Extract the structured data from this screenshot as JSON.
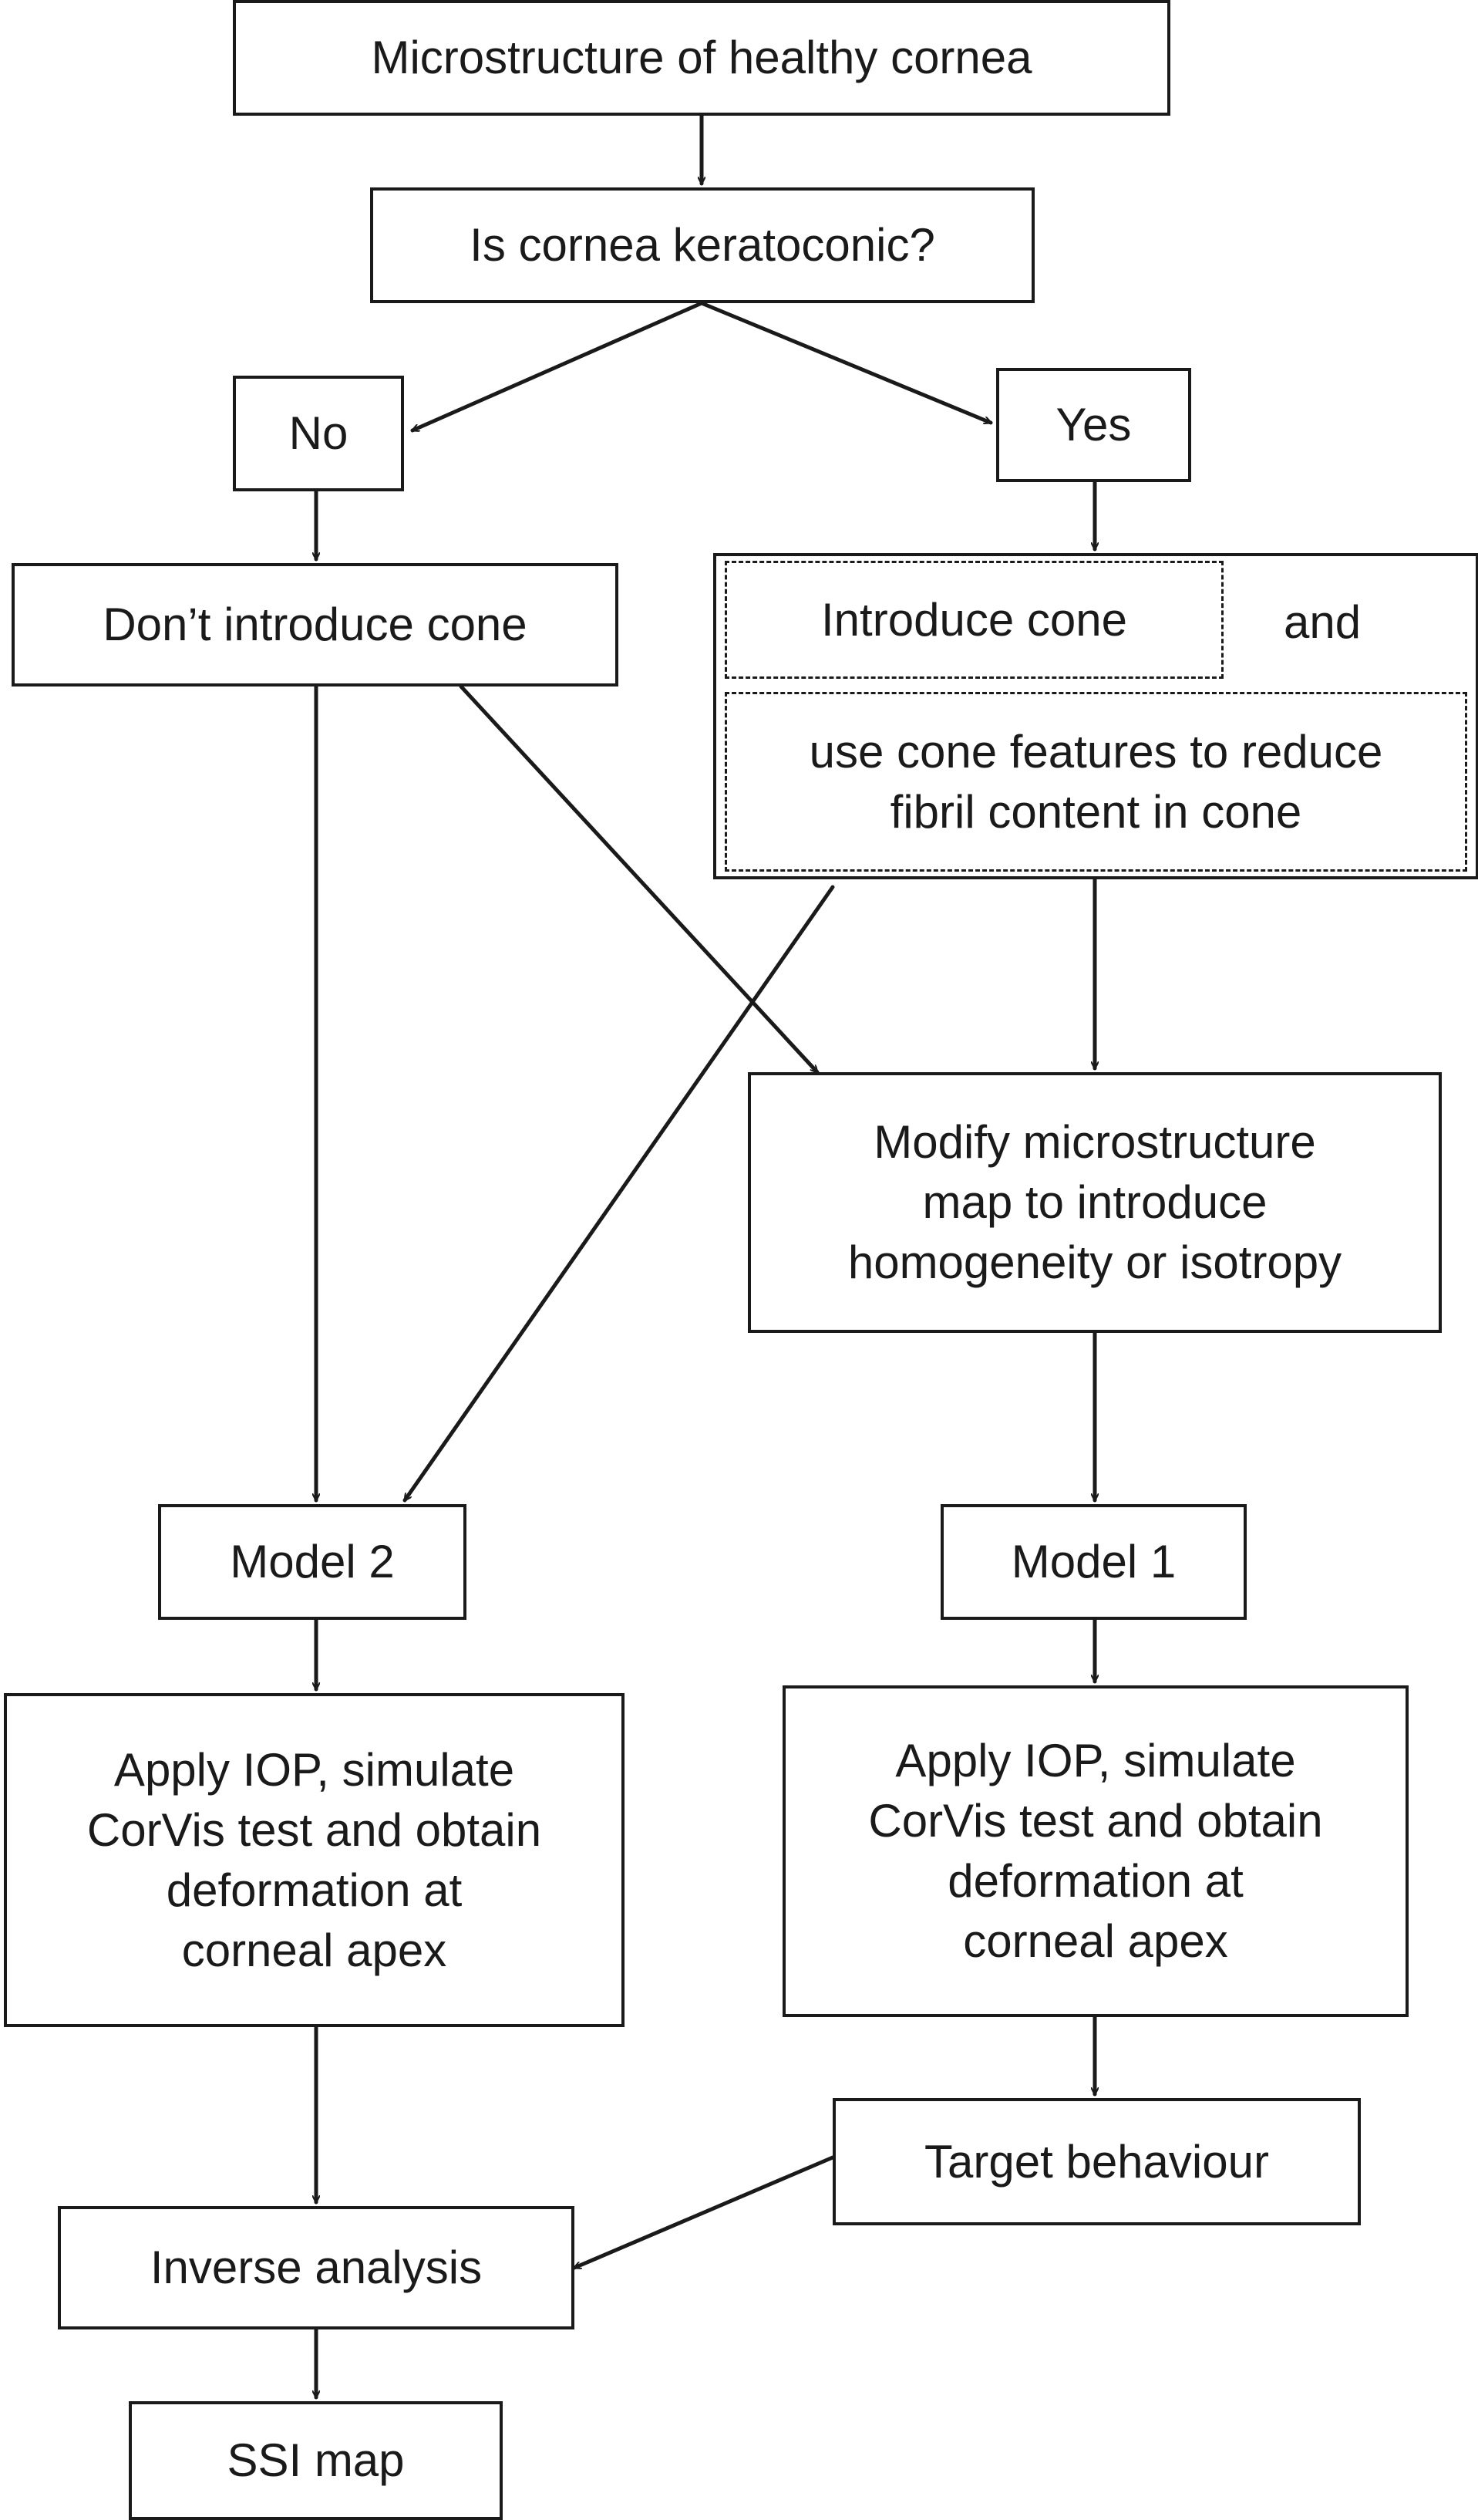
{
  "nodes": {
    "start": "Microstructure of healthy cornea",
    "question": "Is cornea keratoconic?",
    "no": "No",
    "yes": "Yes",
    "no_cone": "Don’t introduce cone",
    "intro_cone": "Introduce cone",
    "and_word": "and",
    "cone_features": "use cone features to reduce\nfibril content  in cone",
    "modify": "Modify microstructure\nmap to introduce\nhomogeneity or isotropy",
    "model2": "Model 2",
    "model1": "Model 1",
    "apply_left": "Apply IOP, simulate\nCorVis test and obtain\ndeformation at\ncorneal apex",
    "apply_right": "Apply IOP, simulate\nCorVis test and obtain\ndeformation at\ncorneal apex",
    "target": "Target behaviour",
    "inverse": "Inverse analysis",
    "ssi": "SSI map"
  }
}
